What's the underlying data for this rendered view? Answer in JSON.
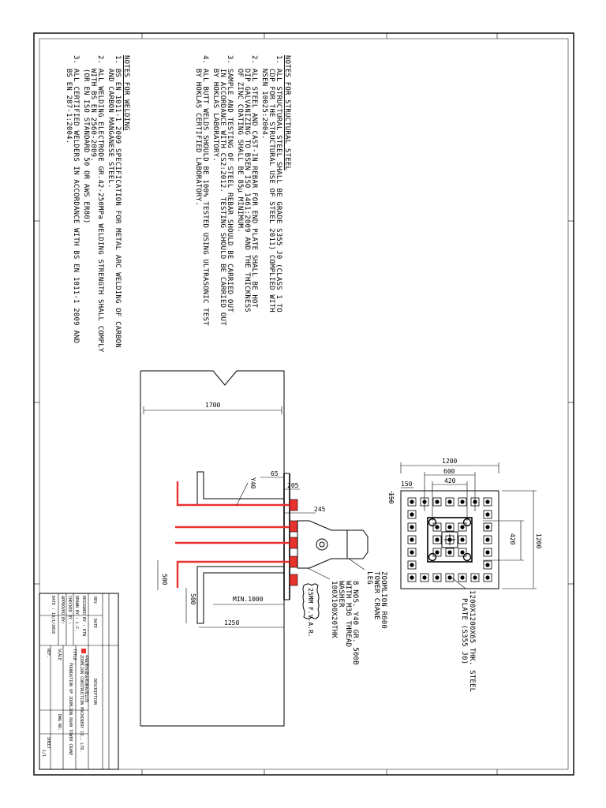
{
  "notes_structural": {
    "heading": "NOTES FOR STRUCTURAL STEEL",
    "lines": [
      "1. ALL STRUCTURAL STEEL SHALL BE GRADE S355 J0 (CLASS 1 TO",
      "   CDP FOR THE STRUCTURAL USE OF STEEL 2011) COMPLIED WITH",
      "   NSEN 10025:2004.",
      "2. ALL STEEL AND CAST-IN REBAR FOR END PLATE SHALL BE HOT",
      "   DIP GALVANIZING TO BSEN ISO 1461:2009 AND THE THICKNESS",
      "   OF ZINC COATING SHALL BE 85µ MINIMUM.",
      "3. SAMPLE AND TESTING OF STEEL REBAR SHOULD BE CARRIED OUT",
      "   IN ACCORDANCE WITH CS2:2012. TESTING SHOULD BE CARRIED OUT",
      "   BY HOKLAS LABORATORY.",
      "4. ALL BUTT WELDS SHOULD BE 100% TESTED USING ULTRASONIC TEST",
      "   BY HOKLAS CERTIFIED LABORATORY."
    ]
  },
  "notes_welding": {
    "heading": "NOTES FOR WELDING",
    "lines": [
      "1. BS EN 1011-1 2009 SPECIFICATION FOR METAL ARC WELDING OF CARBON",
      "   AND CARBON MANGANESE STEEL.",
      "2. ALL WELDING ELECTRODE GR.42-250MPa WELDING STRENGTH SHALL COMPLY",
      "   WITH BS EN 2560-2009.",
      "   (OR EN ISO STANDARD 50 OR AWS ER80)",
      "3. ALL CERTIFIED WELDERS IN ACCORDANCE WITH BS EN 1011-1 2009 AND",
      "   BS EN 287-1:2004."
    ]
  },
  "plan": {
    "dim_1200_top": "1200",
    "dim_600": "600",
    "dim_420_top": "420",
    "dim_150": "150",
    "dim_150_side": "150",
    "dim_420_right": "420",
    "dim_1200_right": "1200",
    "plate_label_1": "1200X1200X65 THK. STEEL",
    "plate_label_2": "PLATE (S355 J0)"
  },
  "section": {
    "dim_1700": "1700",
    "dim_65": "65",
    "dim_205": "205",
    "dim_245": "245",
    "dim_min1000": "MIN.1000",
    "dim_1250": "1250",
    "dim_500_a": "500",
    "dim_500_b": "500",
    "rebar_label": "Y40",
    "crane_1": "ZOOMLION R600",
    "crane_2": "TOWER CRANE",
    "crane_3": "LEG",
    "bolt_1": "8 NOS. Y40 GR. 500B",
    "bolt_2": "WITH M36 THREAD",
    "bolt_3": "WASHER",
    "bolt_4": "100X100X20THK",
    "weld_tag": "25MM F.V.A.R."
  },
  "title_block": {
    "rev": "REV",
    "date": "DATE",
    "description": "DESCRIPTION",
    "designed": "DESIGNED BY : KTW",
    "drawn": "DRAWN BY : L.C.",
    "checked": "CHECKED BY :",
    "approved": "APPROVED BY:",
    "date_value": "DATE : 18/1/2018",
    "title": "TITLE :",
    "company": "中联重科建设机械有限公司",
    "company_en": "ZOOMLION CONSTRUCTION MACHINERY CO., LTD.",
    "project": "FOUNDATION OF ZOOMLION R600 TOWER CRANE",
    "scale": "SCALE",
    "dwg_no": "DWG NO.",
    "sheet": "SHEET",
    "sheet_value": "1/1",
    "ref": "REF."
  },
  "colors": {
    "rebar": "#e8322d",
    "line": "#000000"
  }
}
